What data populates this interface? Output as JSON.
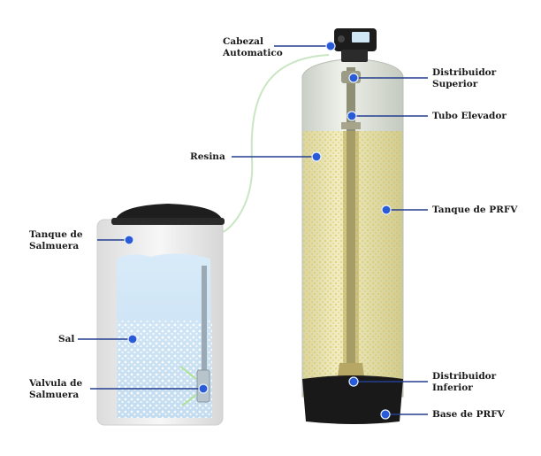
{
  "labels": {
    "cabezal_line1": "Cabezal",
    "cabezal_line2": "Automatico",
    "dist_sup_line1": "Distribuidor",
    "dist_sup_line2": "Superior",
    "tubo": "Tubo Elevador",
    "resina": "Resina",
    "tanque_prfv": "Tanque de PRFV",
    "tanque_salmuera_line1": "Tanque de",
    "tanque_salmuera_line2": "Salmuera",
    "sal": "Sal",
    "valvula_line1": "Valvula de",
    "valvula_line2": "Salmuera",
    "dist_inf_line1": "Distribuidor",
    "dist_inf_line2": "Inferior",
    "base_prfv": "Base de PRFV"
  },
  "colors": {
    "pointer": "#2a5bd7",
    "leader_line": "#223f8f",
    "resin": "#e6e2a8",
    "brine_water": "#cfe5f6",
    "tank_shell": "#f2f2f2",
    "cap_black": "#1b1b1b"
  }
}
